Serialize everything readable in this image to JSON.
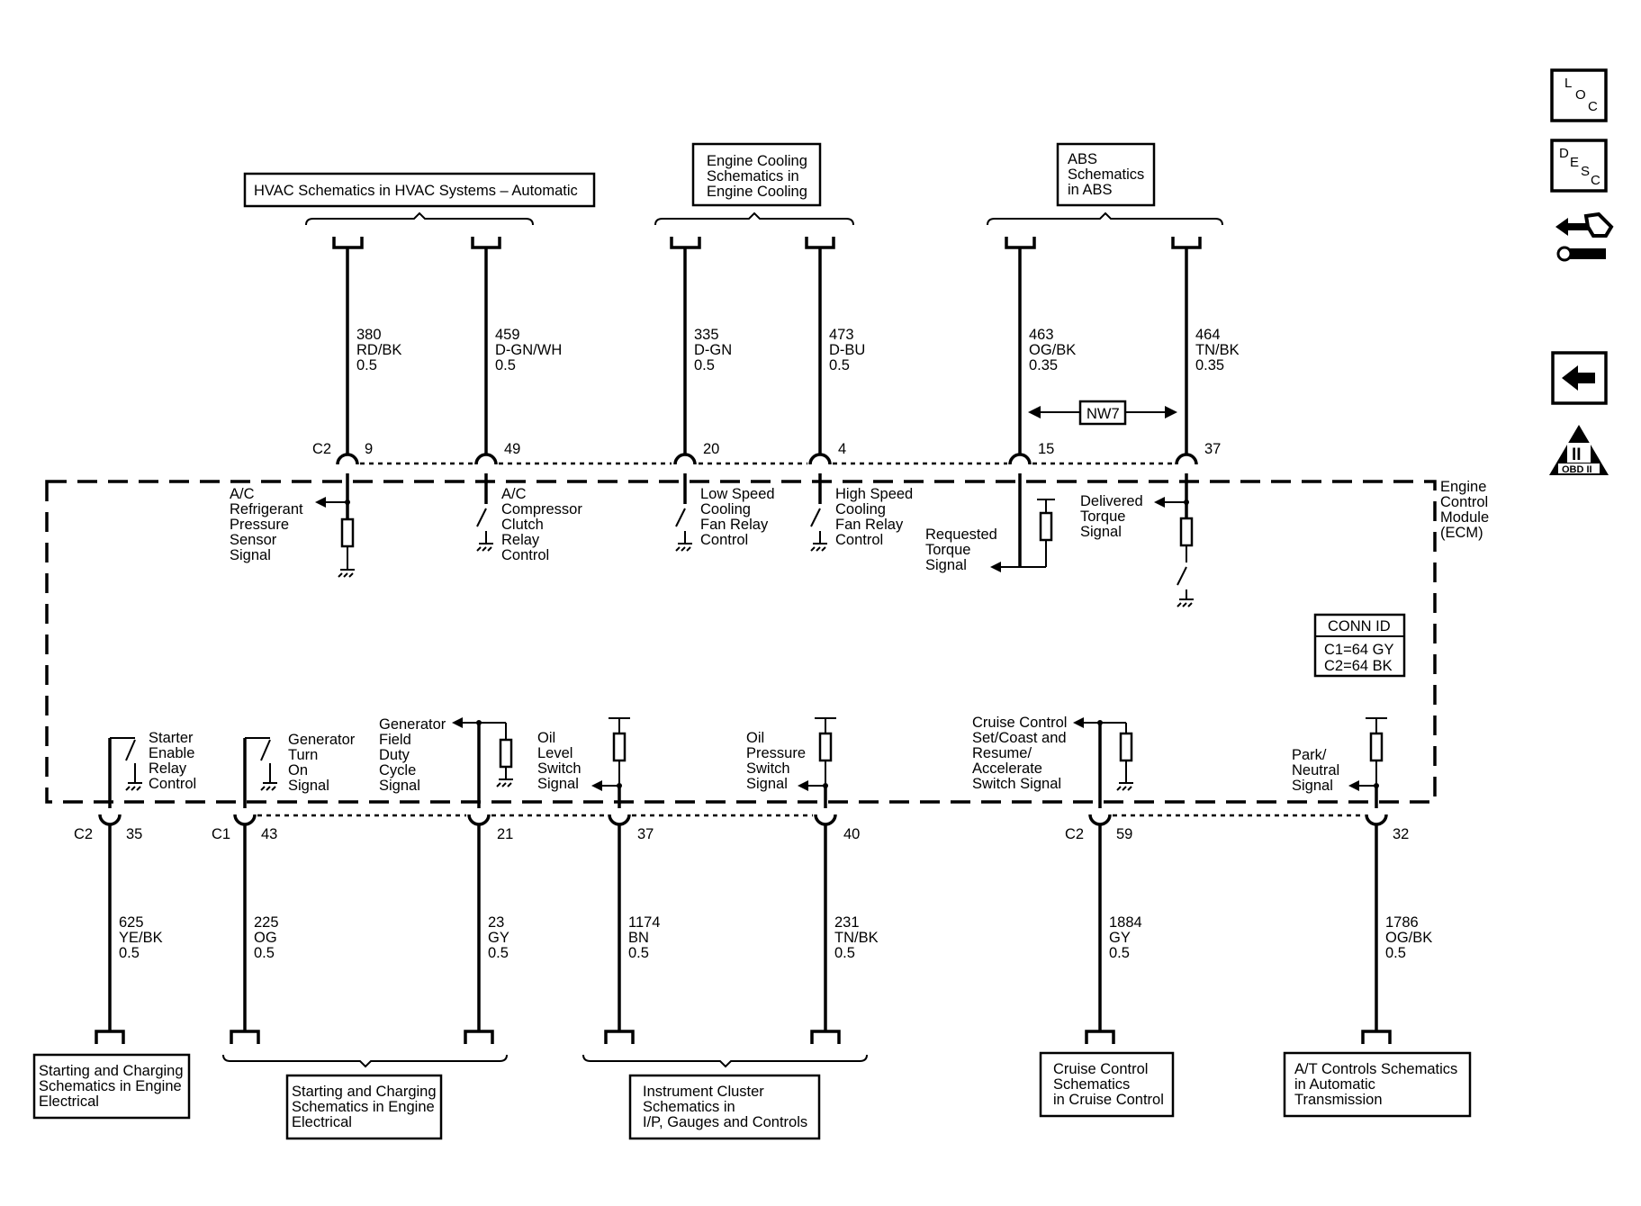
{
  "refs_top": {
    "hvac": "HVAC Schematics in HVAC Systems – Automatic",
    "cooling": [
      "Engine Cooling",
      "Schematics in",
      "Engine Cooling"
    ],
    "abs": [
      "ABS",
      "Schematics",
      "in ABS"
    ]
  },
  "refs_bottom": {
    "start1": [
      "Starting and Charging",
      "Schematics in Engine",
      "Electrical"
    ],
    "start2": [
      "Starting and Charging",
      "Schematics in Engine",
      "Electrical"
    ],
    "ipc": [
      "Instrument Cluster",
      "Schematics in",
      "I/P, Gauges and Controls"
    ],
    "cruise": [
      "Cruise Control",
      "Schematics",
      "in Cruise Control"
    ],
    "at": [
      "A/T Controls Schematics",
      "in Automatic",
      "Transmission"
    ]
  },
  "module": {
    "name": [
      "Engine",
      "Control",
      "Module",
      "(ECM)"
    ]
  },
  "conn_id": {
    "title": "CONN ID",
    "c1": "C1=64 GY",
    "c2": "C2=64 BK"
  },
  "network": "NW7",
  "top_wires": [
    {
      "circuit": "380",
      "color": "RD/BK",
      "gauge": "0.5",
      "connector": "C2",
      "pin": "9",
      "function": [
        "A/C",
        "Refrigerant",
        "Pressure",
        "Sensor",
        "Signal"
      ]
    },
    {
      "circuit": "459",
      "color": "D-GN/WH",
      "gauge": "0.5",
      "pin": "49",
      "function": [
        "A/C",
        "Compressor",
        "Clutch",
        "Relay",
        "Control"
      ]
    },
    {
      "circuit": "335",
      "color": "D-GN",
      "gauge": "0.5",
      "pin": "20",
      "function": [
        "Low Speed",
        "Cooling",
        "Fan Relay",
        "Control"
      ]
    },
    {
      "circuit": "473",
      "color": "D-BU",
      "gauge": "0.5",
      "pin": "4",
      "function": [
        "High Speed",
        "Cooling",
        "Fan Relay",
        "Control"
      ]
    },
    {
      "circuit": "463",
      "color": "OG/BK",
      "gauge": "0.35",
      "pin": "15",
      "function": [
        "Requested",
        "Torque",
        "Signal"
      ]
    },
    {
      "circuit": "464",
      "color": "TN/BK",
      "gauge": "0.35",
      "pin": "37",
      "function": [
        "Delivered",
        "Torque",
        "Signal"
      ]
    }
  ],
  "bottom_wires": [
    {
      "circuit": "625",
      "color": "YE/BK",
      "gauge": "0.5",
      "connector": "C2",
      "pin": "35",
      "function": [
        "Starter",
        "Enable",
        "Relay",
        "Control"
      ]
    },
    {
      "circuit": "225",
      "color": "OG",
      "gauge": "0.5",
      "connector": "C1",
      "pin": "43",
      "function": [
        "Generator",
        "Turn",
        "On",
        "Signal"
      ]
    },
    {
      "circuit": "23",
      "color": "GY",
      "gauge": "0.5",
      "pin": "21",
      "function": [
        "Generator",
        "Field",
        "Duty",
        "Cycle",
        "Signal"
      ]
    },
    {
      "circuit": "1174",
      "color": "BN",
      "gauge": "0.5",
      "pin": "37",
      "function": [
        "Oil",
        "Level",
        "Switch",
        "Signal"
      ]
    },
    {
      "circuit": "231",
      "color": "TN/BK",
      "gauge": "0.5",
      "pin": "40",
      "function": [
        "Oil",
        "Pressure",
        "Switch",
        "Signal"
      ]
    },
    {
      "circuit": "1884",
      "color": "GY",
      "gauge": "0.5",
      "connector": "C2",
      "pin": "59",
      "function": [
        "Cruise Control",
        "Set/Coast and",
        "Resume/",
        "Accelerate",
        "Switch Signal"
      ]
    },
    {
      "circuit": "1786",
      "color": "OG/BK",
      "gauge": "0.5",
      "pin": "32",
      "function": [
        "Park/",
        "Neutral",
        "Signal"
      ]
    }
  ],
  "nav": {
    "loc": [
      "L",
      "O",
      "C"
    ],
    "desc": [
      "D",
      "E",
      "S",
      "C"
    ],
    "obd": "OBD II",
    "obd_numeral": "II"
  }
}
